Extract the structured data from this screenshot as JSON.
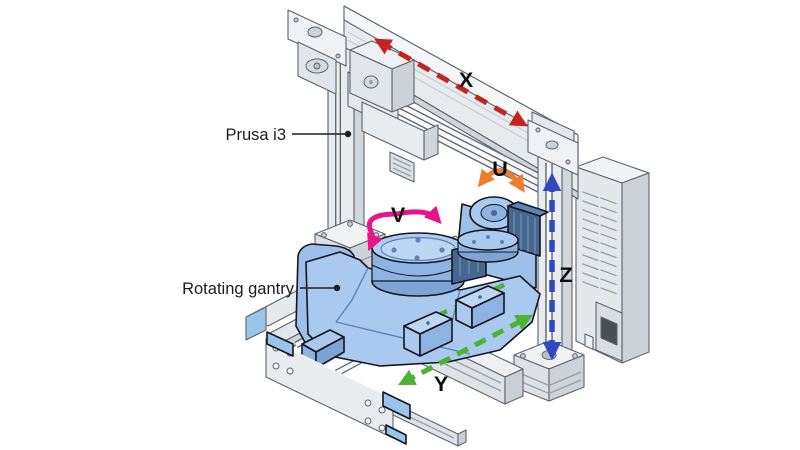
{
  "diagram": {
    "subject": "Prusa i3 3D printer with 5-axis rotating gantry",
    "callouts": [
      {
        "id": "printer",
        "text": "Prusa i3"
      },
      {
        "id": "gantry",
        "text": "Rotating gantry"
      }
    ],
    "axes": {
      "x": {
        "label": "X",
        "color": "#c42320",
        "line_style": "dashed",
        "motion": "linear"
      },
      "y": {
        "label": "Y",
        "color": "#4db231",
        "line_style": "dashed",
        "motion": "linear"
      },
      "z": {
        "label": "Z",
        "color": "#3148c0",
        "line_style": "dashed",
        "motion": "linear"
      },
      "u": {
        "label": "U",
        "color": "#ed7d31",
        "line_style": "solid",
        "motion": "rotary"
      },
      "v": {
        "label": "V",
        "color": "#e8158a",
        "line_style": "solid",
        "motion": "rotary"
      }
    },
    "palette": {
      "background": "#ffffff",
      "frame_fill": "#e9ecef",
      "frame_light": "#f4f6f8",
      "frame_shade": "#d0d5da",
      "frame_stroke": "#5d646d",
      "gantry_fill": "#a9c9ee",
      "gantry_mid": "#8db3e2",
      "gantry_dark": "#47678f",
      "gantry_outline": "#15151f",
      "accent_cap": "#9ac4ea",
      "callout_text": "#1c1c1c"
    }
  }
}
